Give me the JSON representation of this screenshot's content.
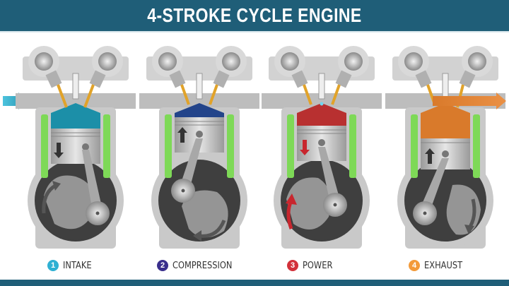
{
  "header": {
    "title": "4-STROKE CYCLE ENGINE",
    "background": "#1f5e78"
  },
  "strokes": [
    {
      "number": "1",
      "label": "INTAKE",
      "color": "#2fb0d3",
      "chamber_color": "#1c8fa8",
      "piston_direction": "down",
      "flow": "in"
    },
    {
      "number": "2",
      "label": "COMPRESSION",
      "color": "#3a2f8c",
      "chamber_color": "#23448a",
      "piston_direction": "up",
      "flow": "none"
    },
    {
      "number": "3",
      "label": "POWER",
      "color": "#d2313a",
      "chamber_color": "#b83030",
      "piston_direction": "down",
      "flow": "none"
    },
    {
      "number": "4",
      "label": "EXHAUST",
      "color": "#f39a3a",
      "chamber_color": "#d97a2b",
      "piston_direction": "up",
      "flow": "out"
    }
  ],
  "icons": {
    "intake_arrow": "arrow-right-icon",
    "exhaust_arrow": "arrow-right-icon",
    "piston_arrow": "arrow-icon",
    "crank_rotation": "rotation-arrow-icon"
  },
  "colors": {
    "coolant": "#7ed957",
    "block": "#c9c9c9",
    "crankcase": "#4a4a4a",
    "steel": "#b5b5b5"
  }
}
